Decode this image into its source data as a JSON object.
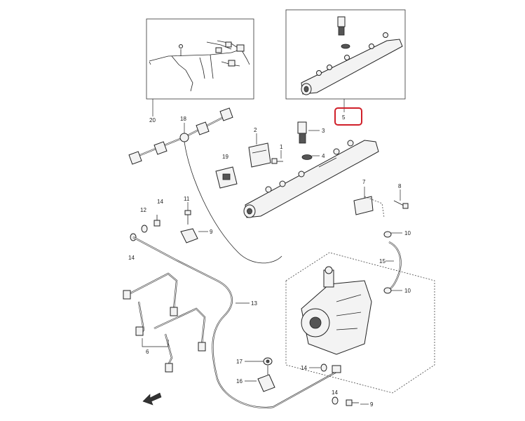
{
  "diagram": {
    "callouts": [
      {
        "id": "c-20-top",
        "text": "20"
      },
      {
        "id": "c-5",
        "text": "5"
      },
      {
        "id": "c-18",
        "text": "18"
      },
      {
        "id": "c-2",
        "text": "2"
      },
      {
        "id": "c-3",
        "text": "3"
      },
      {
        "id": "c-1",
        "text": "1"
      },
      {
        "id": "c-4",
        "text": "4"
      },
      {
        "id": "c-19",
        "text": "19"
      },
      {
        "id": "c-7",
        "text": "7"
      },
      {
        "id": "c-8",
        "text": "8"
      },
      {
        "id": "c-11",
        "text": "11"
      },
      {
        "id": "c-9a",
        "text": "9"
      },
      {
        "id": "c-14a",
        "text": "14"
      },
      {
        "id": "c-12",
        "text": "12"
      },
      {
        "id": "c-10a",
        "text": "10"
      },
      {
        "id": "c-14b",
        "text": "14"
      },
      {
        "id": "c-15",
        "text": "15"
      },
      {
        "id": "c-10b",
        "text": "10"
      },
      {
        "id": "c-13",
        "text": "13"
      },
      {
        "id": "c-6",
        "text": "6"
      },
      {
        "id": "c-17",
        "text": "17"
      },
      {
        "id": "c-14c",
        "text": "14"
      },
      {
        "id": "c-16",
        "text": "16"
      },
      {
        "id": "c-14d",
        "text": "14"
      },
      {
        "id": "c-9b",
        "text": "9"
      }
    ],
    "highlight_color": "#d0202a",
    "highlighted_callout": "5"
  }
}
